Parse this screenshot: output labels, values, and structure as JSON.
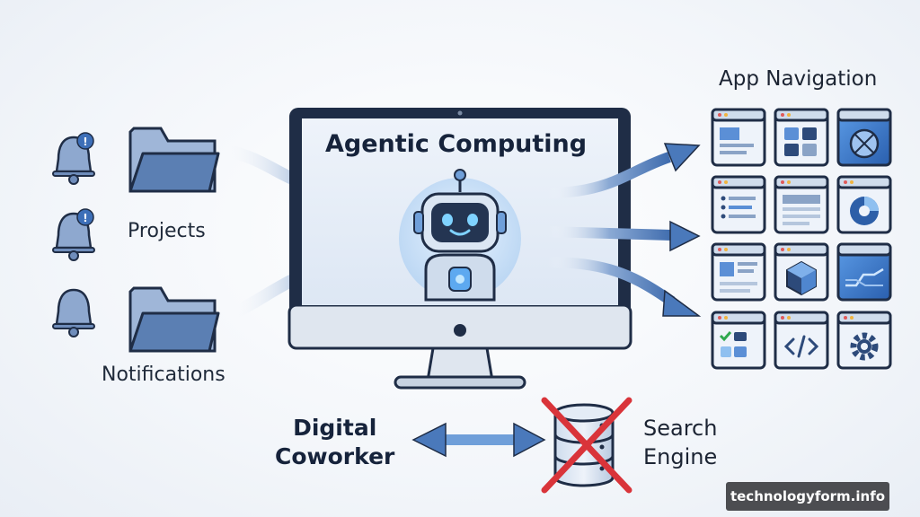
{
  "title": "Agentic Computing",
  "left": {
    "projects_label": "Projects",
    "notifications_label": "Notifications"
  },
  "right": {
    "app_navigation_label": "App Navigation"
  },
  "bottom": {
    "digital_line1": "Digital",
    "digital_line2": "Coworker",
    "search_line1": "Search",
    "search_line2": "Engine"
  },
  "watermark": "technologyform.info",
  "colors": {
    "accent": "#3c6eb4",
    "dark": "#1f2d46",
    "bell": "#7f9cc6",
    "folder": "#5b7fb3",
    "cross": "#d9343a"
  }
}
